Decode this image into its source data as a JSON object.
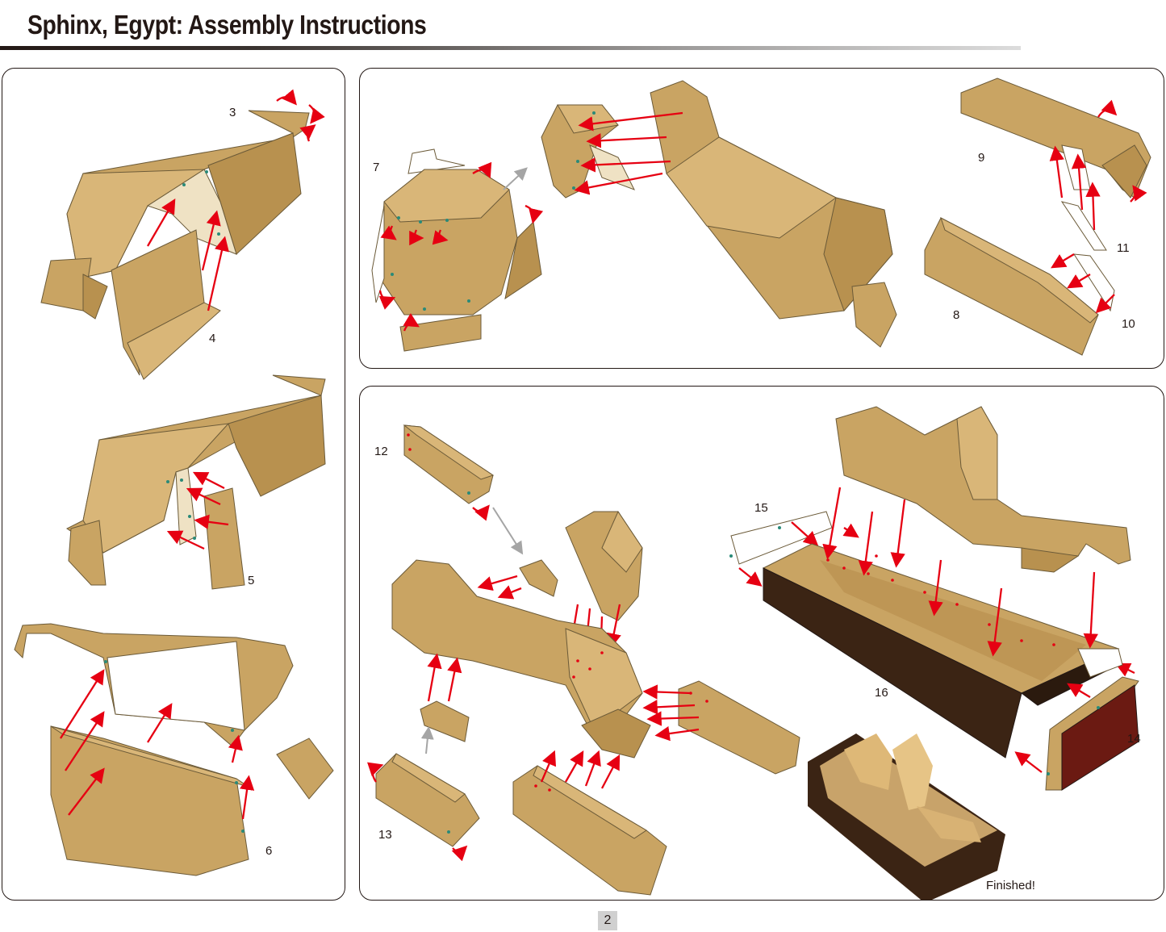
{
  "header": {
    "title": "Sphinx, Egypt: Assembly Instructions"
  },
  "page_number": "2",
  "panels": {
    "left": {
      "steps": [
        "3",
        "4",
        "5",
        "6"
      ]
    },
    "top_right": {
      "steps": [
        "7",
        "9",
        "11",
        "8",
        "10"
      ]
    },
    "bottom_right": {
      "steps": [
        "12",
        "15",
        "13",
        "16",
        "14"
      ],
      "finished_label": "Finished!"
    }
  },
  "colors": {
    "paper_tan": "#c9a463",
    "arrow_red": "#e60012",
    "arrow_gray": "#a5a5a5",
    "glue_dot": "#2a8a78",
    "base_dark": "#3b2414"
  }
}
